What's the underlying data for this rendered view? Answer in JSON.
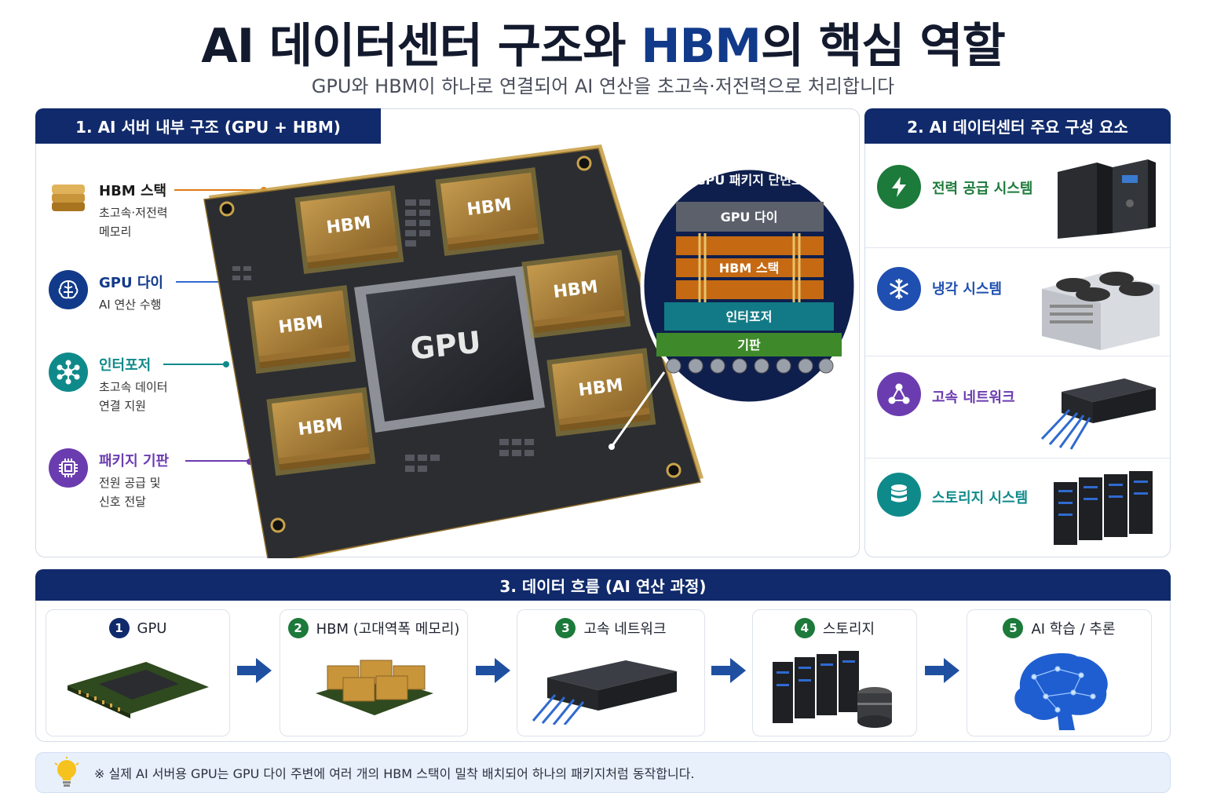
{
  "header": {
    "title_a": "AI 데이터센터 구조와 ",
    "title_hl": "HBM",
    "title_b": "의 핵심 역할",
    "subtitle": "GPU와 HBM이 하나로 연결되어 AI 연산을 초고속·저전력으로 처리합니다"
  },
  "section1": {
    "title": "1. AI 서버 내부 구조 (GPU + HBM)",
    "legend": [
      {
        "title": "HBM 스택",
        "desc1": "초고속·저전력",
        "desc2": "메모리",
        "color": "#b8862c",
        "icon": "memory-stack-icon"
      },
      {
        "title": "GPU 다이",
        "desc1": "AI 연산 수행",
        "desc2": "",
        "color": "#123a8a",
        "icon": "brain-icon"
      },
      {
        "title": "인터포저",
        "desc1": "초고속 데이터",
        "desc2": "연결 지원",
        "color": "#0f8a8a",
        "icon": "network-hub-icon"
      },
      {
        "title": "패키지 기판",
        "desc1": "전원 공급 및",
        "desc2": "신호 전달",
        "color": "#6b3cb0",
        "icon": "chip-icon"
      }
    ],
    "chip": {
      "gpu_label": "GPU",
      "hbm_label": "HBM"
    },
    "cross_section": {
      "title": "GPU 패키지 단면도",
      "layers": [
        "GPU 다이",
        "HBM 스택",
        "인터포저",
        "기판"
      ]
    }
  },
  "section2": {
    "title": "2. AI 데이터센터 주요 구성 요소",
    "items": [
      {
        "label": "전력 공급 시스템",
        "color": "#1c7a3a",
        "icon": "lightning-icon"
      },
      {
        "label": "냉각 시스템",
        "color": "#1f4fb0",
        "icon": "snowflake-icon"
      },
      {
        "label": "고속 네트워크",
        "color": "#6b3cb0",
        "icon": "network-icon"
      },
      {
        "label": "스토리지 시스템",
        "color": "#0f8a8a",
        "icon": "database-icon"
      }
    ]
  },
  "section3": {
    "title": "3. 데이터 흐름 (AI 연산 과정)",
    "steps": [
      {
        "num": "1",
        "label": "GPU",
        "color": "#102a6b"
      },
      {
        "num": "2",
        "label": "HBM (고대역폭 메모리)",
        "color": "#1c7a3a"
      },
      {
        "num": "3",
        "label": "고속 네트워크",
        "color": "#1c7a3a"
      },
      {
        "num": "4",
        "label": "스토리지",
        "color": "#1c7a3a"
      },
      {
        "num": "5",
        "label": "AI 학습 / 추론",
        "color": "#1c7a3a"
      }
    ]
  },
  "note": {
    "text": "※ 실제 AI 서버용 GPU는 GPU 다이 주변에 여러 개의 HBM 스택이 밀착 배치되어 하나의 패키지처럼 동작합니다."
  }
}
